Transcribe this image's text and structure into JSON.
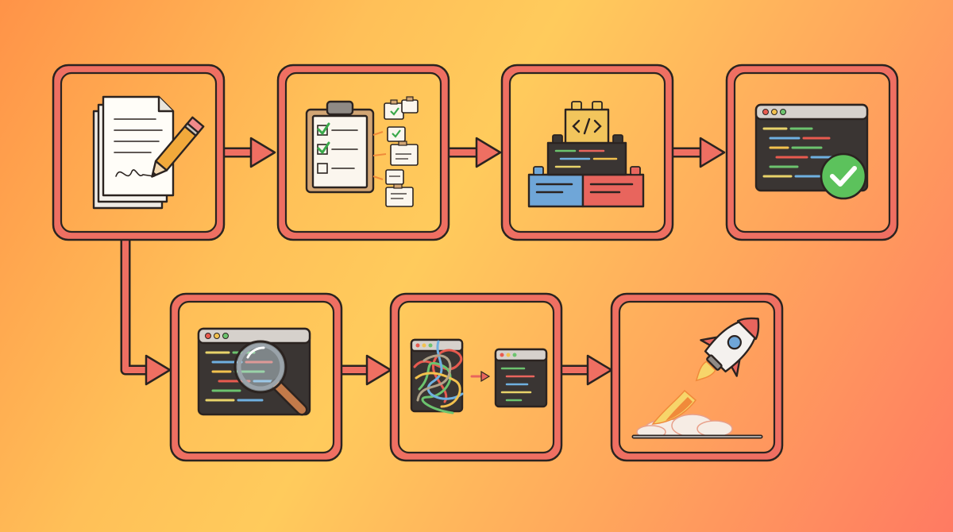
{
  "diagram": {
    "type": "flowchart",
    "background": {
      "from": "#ff9348",
      "mid": "#ffcb5c",
      "to": "#ff7a62"
    },
    "accent_color": "#ef6f62",
    "outline_color": "#2b2320",
    "nodes": [
      {
        "id": "write-spec",
        "icon": "document-pencil-icon"
      },
      {
        "id": "plan-tasks",
        "icon": "clipboard-checklist-icon"
      },
      {
        "id": "build-components",
        "icon": "code-blocks-icon"
      },
      {
        "id": "test-pass",
        "icon": "code-window-check-icon"
      },
      {
        "id": "review-code",
        "icon": "code-window-magnifier-icon"
      },
      {
        "id": "refactor",
        "icon": "tangled-to-clean-code-icon"
      },
      {
        "id": "deploy",
        "icon": "rocket-launch-icon"
      }
    ],
    "edges": [
      {
        "from": "write-spec",
        "to": "plan-tasks"
      },
      {
        "from": "plan-tasks",
        "to": "build-components"
      },
      {
        "from": "build-components",
        "to": "test-pass"
      },
      {
        "from": "write-spec",
        "to": "review-code"
      },
      {
        "from": "review-code",
        "to": "refactor"
      },
      {
        "from": "refactor",
        "to": "deploy"
      }
    ]
  }
}
